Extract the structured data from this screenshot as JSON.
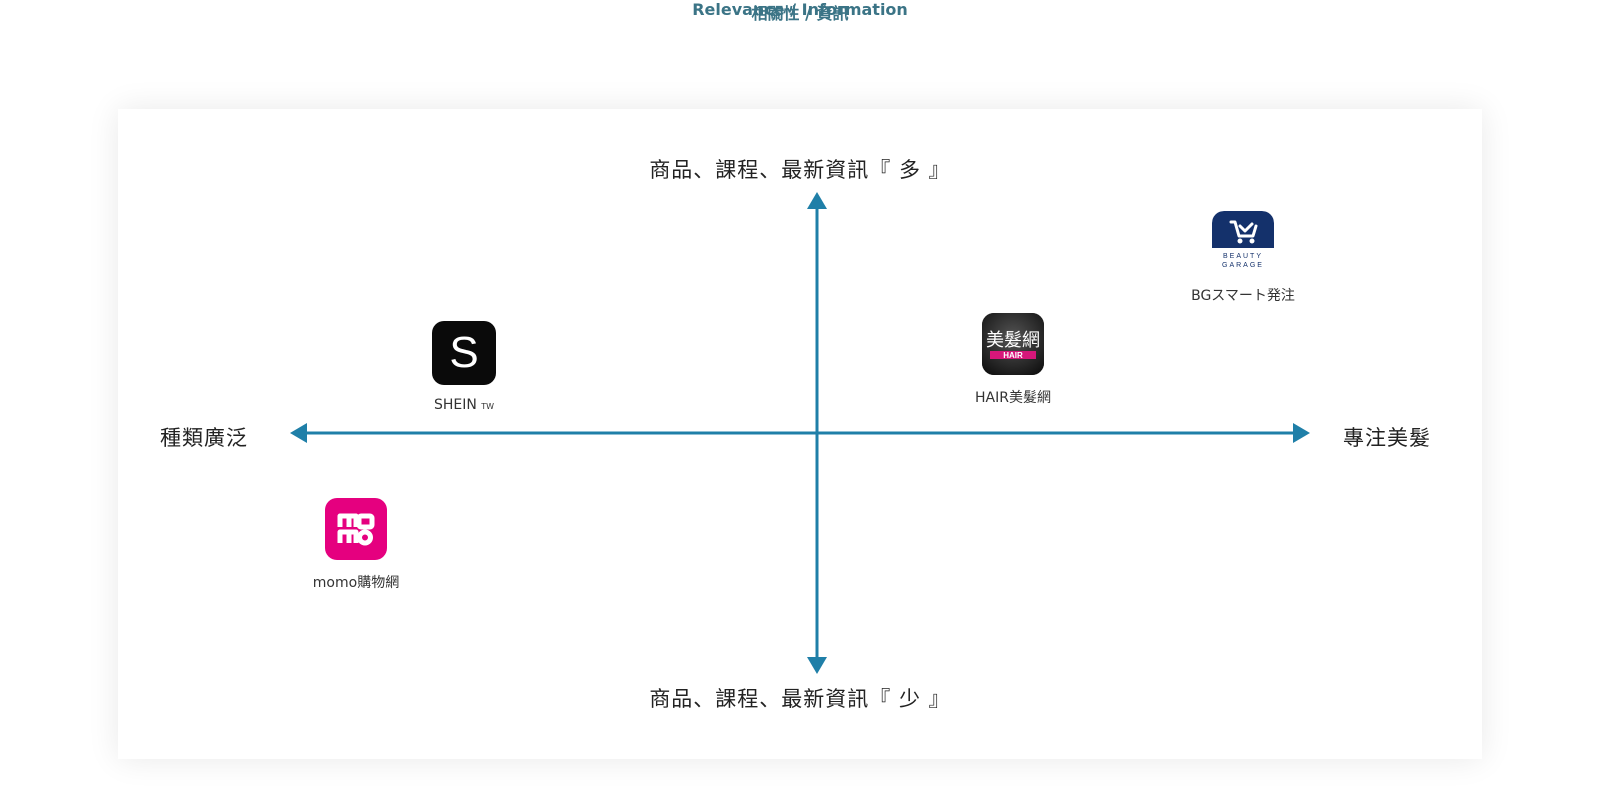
{
  "header": {
    "title_en": "Relevance / Information",
    "title_zh": "相關性 / 資訊"
  },
  "axes": {
    "top": "商品、課程、最新資訊『 多 』",
    "bottom": "商品、課程、最新資訊『 少 』",
    "left": "種類廣泛",
    "right": "專注美髮",
    "color": "#1f7fa8"
  },
  "apps": [
    {
      "name": "SHEIN",
      "suffix": "TW",
      "icon": "shein-icon",
      "color": "#0a0a0a"
    },
    {
      "name": "momo購物網",
      "icon": "momo-icon",
      "color": "#e5007f"
    },
    {
      "name": "HAIR美髮網",
      "icon": "hair-icon",
      "icon_text": "美髮網",
      "icon_sub": "HAIR",
      "color": "#1a1a1a"
    },
    {
      "name": "BGスマート発注",
      "icon": "bg-cart-icon",
      "icon_text1": "BEAUTY",
      "icon_text2": "GARAGE",
      "color": "#14316b"
    }
  ]
}
